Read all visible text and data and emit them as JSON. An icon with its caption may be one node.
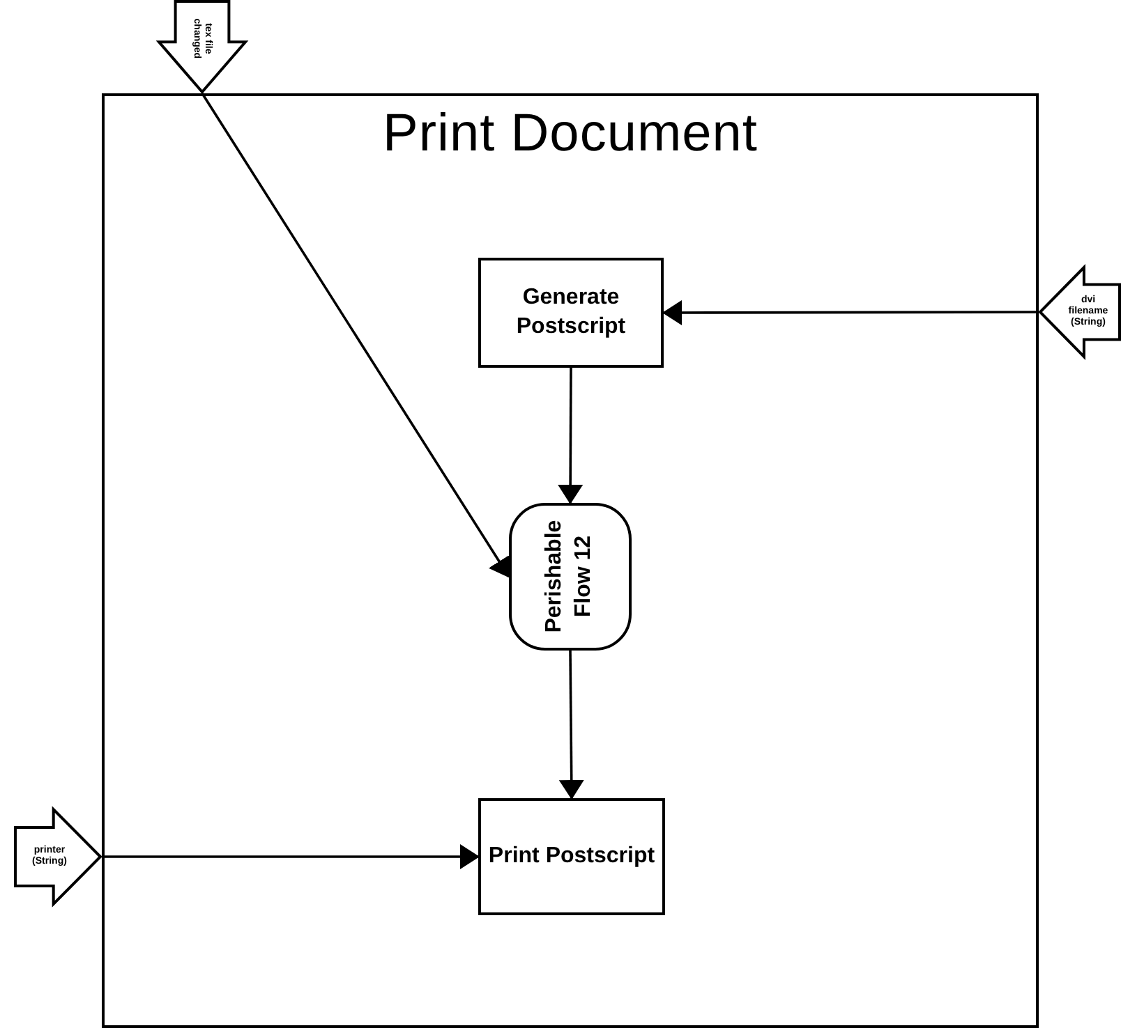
{
  "diagram": {
    "nodes": [
      {
        "text": [
          "Print Document"
        ]
      },
      {
        "text": [
          "Generate Postscript"
        ],
        "in": 0
      },
      {
        "text": [
          "Perishable Flow 12"
        ],
        "in": 0
      },
      {
        "text": [
          "Print Postscript"
        ],
        "in": 0
      },
      {
        "text": [
          "tex file changed"
        ]
      },
      {
        "text": [
          "dvi filename (String)"
        ]
      },
      {
        "text": [
          "printer (String)"
        ]
      }
    ],
    "edges": [
      {
        "from": 4,
        "to": 2,
        "arrow": "to"
      },
      {
        "from": 5,
        "to": 1,
        "arrow": "to"
      },
      {
        "from": 1,
        "to": 2,
        "arrow": "to"
      },
      {
        "from": 2,
        "to": 3,
        "arrow": "to"
      },
      {
        "from": 6,
        "to": 3,
        "arrow": "to"
      }
    ]
  }
}
